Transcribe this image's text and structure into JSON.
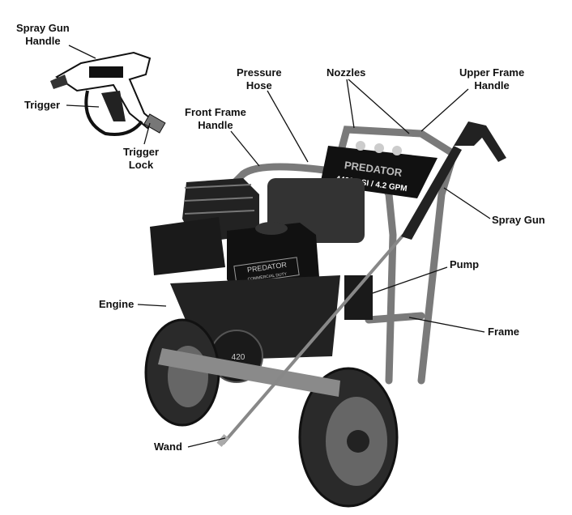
{
  "labels": {
    "spray_gun_handle": [
      "Spray Gun",
      "Handle"
    ],
    "trigger": "Trigger",
    "trigger_lock": [
      "Trigger",
      "Lock"
    ],
    "pressure_hose": [
      "Pressure",
      "Hose"
    ],
    "nozzles": "Nozzles",
    "upper_frame_handle": [
      "Upper Frame",
      "Handle"
    ],
    "front_frame_handle": [
      "Front Frame",
      "Handle"
    ],
    "spray_gun": "Spray Gun",
    "pump": "Pump",
    "engine": "Engine",
    "frame": "Frame",
    "wand": "Wand"
  },
  "product_markings": {
    "brand": "PREDATOR",
    "rating": "4400 PSI / 4.2 GPM",
    "engine_brand": "PREDATOR",
    "engine_sub": "COMMERCIAL DUTY",
    "engine_size": "420"
  }
}
